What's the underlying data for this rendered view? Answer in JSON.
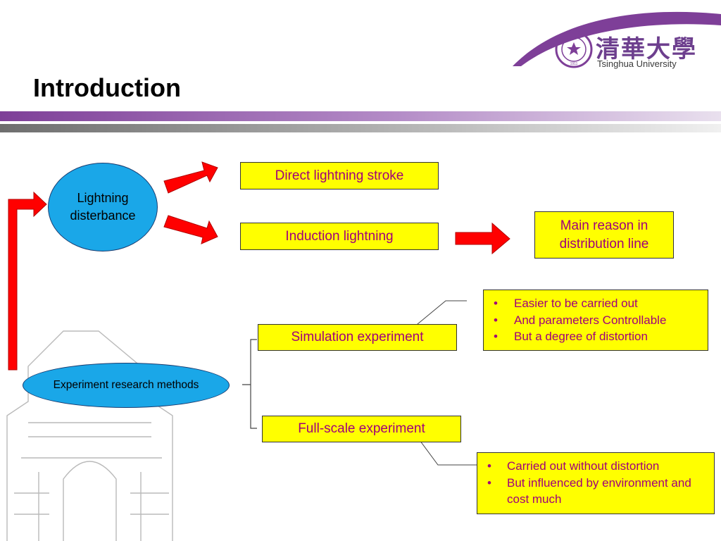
{
  "slide": {
    "title": "Introduction"
  },
  "logo": {
    "name_cn": "清華大學",
    "name_en": "Tsinghua University",
    "seal_icon": "tsinghua-seal-icon",
    "seal_year": "1911"
  },
  "diagram": {
    "lightning_oval": "Lightning disterbance",
    "lightning_oval_lines": [
      "Lightning",
      "disterbance"
    ],
    "direct_box": "Direct lightning stroke",
    "induction_box": "Induction lightning",
    "main_reason_lines": [
      "Main reason in",
      "distribution line"
    ],
    "methods_oval": "Experiment research methods",
    "simulation_box": "Simulation experiment",
    "fullscale_box": "Full-scale experiment",
    "simulation_notes": [
      "Easier to be carried out",
      "And parameters Controllable",
      "But a degree of distortion"
    ],
    "fullscale_notes": [
      "Carried out without distortion",
      "But influenced by environment and cost much"
    ]
  },
  "colors": {
    "box_fill": "#ffff00",
    "box_text": "#a0007a",
    "oval_fill": "#1aa7e8",
    "arrow": "#ff0000",
    "accent_purple": "#7e3f98"
  }
}
